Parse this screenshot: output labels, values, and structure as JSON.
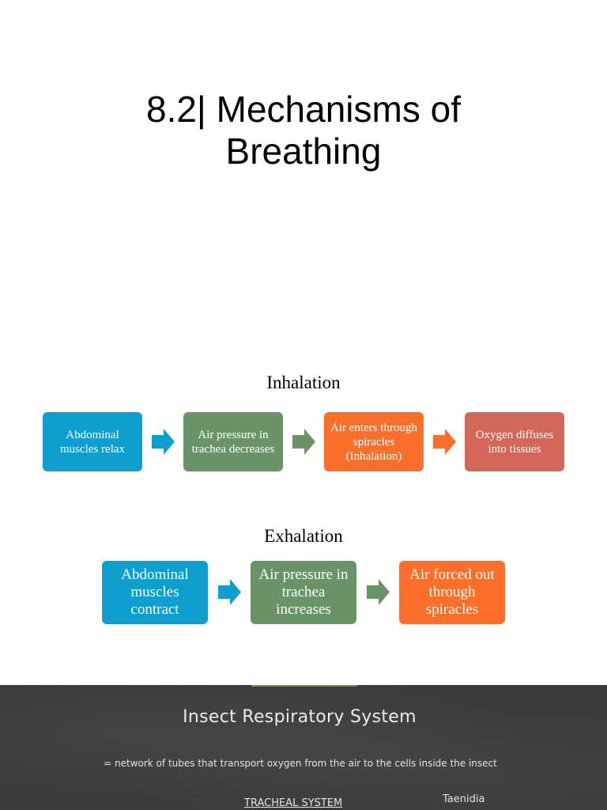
{
  "slide": {
    "title_line1": "8.2| Mechanisms of",
    "title_line2": "Breathing"
  },
  "inhalation": {
    "heading": "Inhalation",
    "steps": [
      {
        "text": "Abdominal muscles relax",
        "color": "#0e9fcf"
      },
      {
        "text": "Air pressure in trachea decreases",
        "color": "#6a9468"
      },
      {
        "text": "Air enters through spiracles (Inhalation)",
        "color": "#fb6f2b"
      },
      {
        "text": "Oxygen diffuses into tissues",
        "color": "#d2685a"
      }
    ],
    "arrow_colors": [
      "#0e9fcf",
      "#6a9468",
      "#fb6f2b"
    ]
  },
  "exhalation": {
    "heading": "Exhalation",
    "steps": [
      {
        "text": "Abdominal muscles contract",
        "color": "#0e9fcf"
      },
      {
        "text": "Air pressure in trachea increases",
        "color": "#6a9468"
      },
      {
        "text": "Air forced out through spiracles",
        "color": "#fb6f2b"
      }
    ],
    "arrow_colors": [
      "#0e9fcf",
      "#6a9468"
    ]
  },
  "chalkboard": {
    "title": "Insect Respiratory System",
    "definition": "= network of tubes that transport oxygen from the air to the cells inside the insect",
    "tracheal_label": "TRACHEAL SYSTEM",
    "taenidia_label": "Taenidia",
    "background": "#3a3b3a"
  }
}
